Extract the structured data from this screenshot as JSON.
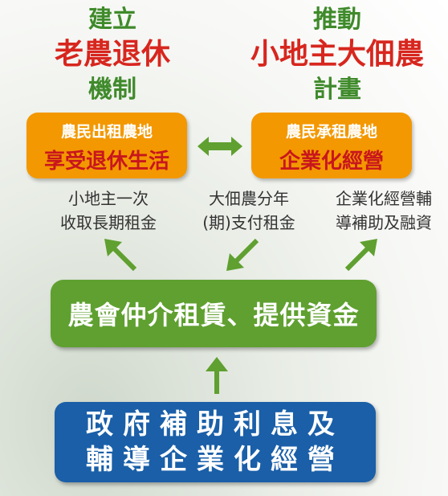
{
  "left_header": {
    "line1": "建立",
    "line2": "老農退休",
    "line3": "機制"
  },
  "right_header": {
    "line1": "推動",
    "line2": "小地主大佃農",
    "line3": "計畫"
  },
  "left_box": {
    "top": "農民出租農地",
    "bottom": "享受退休生活"
  },
  "right_box": {
    "top": "農民承租農地",
    "bottom": "企業化經營"
  },
  "descriptions": {
    "left": {
      "line1": "小地主一次",
      "line2": "收取長期租金"
    },
    "middle": {
      "line1": "大佃農分年",
      "line2": "(期)支付租金"
    },
    "right": {
      "line1": "企業化經營輔",
      "line2": "導補助及融資"
    }
  },
  "green_box": {
    "label": "農會仲介租賃、提供資金"
  },
  "blue_box": {
    "line1": "政府補助利息及",
    "line2": "輔導企業化經營"
  },
  "colors": {
    "green_title": "#3f8a2b",
    "red_title": "#d7261e",
    "orange": "#f39800",
    "green": "#5fa030",
    "blue": "#1a5fa8",
    "arrow": "#5fa030"
  }
}
